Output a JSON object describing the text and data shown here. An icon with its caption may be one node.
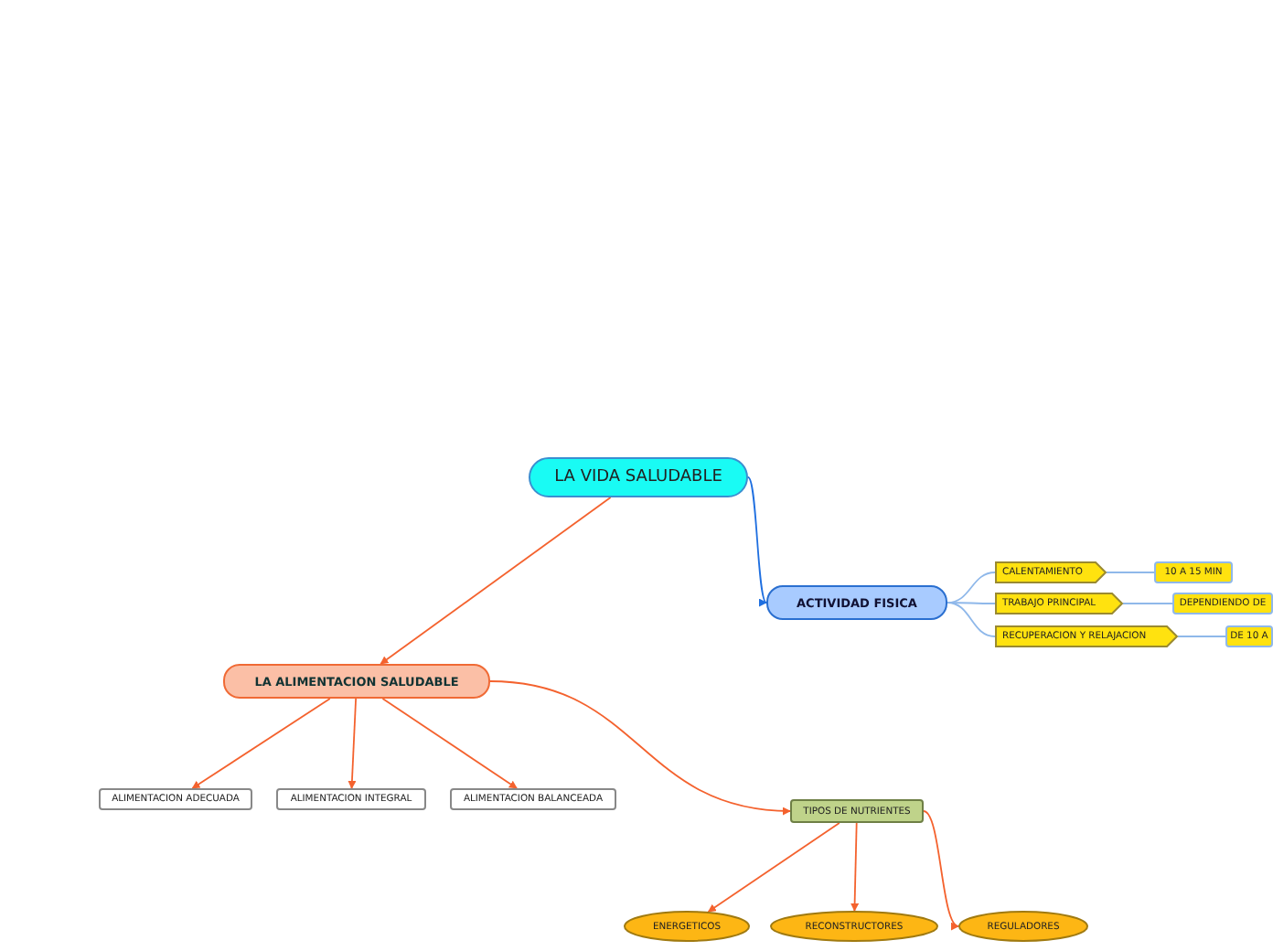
{
  "diagram": {
    "nodes": [
      {
        "text": [
          "LA VIDA SALUDABLE"
        ]
      },
      {
        "text": [
          "ACTIVIDAD FISICA"
        ]
      },
      {
        "text": [
          "CALENTAMIENTO"
        ]
      },
      {
        "text": [
          "10 A 15 MIN"
        ]
      },
      {
        "text": [
          "TRABAJO PRINCIPAL"
        ]
      },
      {
        "text": [
          "DEPENDIENDO DE"
        ]
      },
      {
        "text": [
          "RECUPERACION Y RELAJACION"
        ]
      },
      {
        "text": [
          "DE 10 A"
        ]
      },
      {
        "text": [
          "LA ALIMENTACION SALUDABLE"
        ]
      },
      {
        "text": [
          "ALIMENTACION ADECUADA"
        ]
      },
      {
        "text": [
          "ALIMENTACION INTEGRAL"
        ]
      },
      {
        "text": [
          "ALIMENTACION BALANCEADA"
        ]
      },
      {
        "text": [
          "TIPOS DE NUTRIENTES"
        ]
      },
      {
        "text": [
          "ENERGETICOS"
        ]
      },
      {
        "text": [
          "RECONSTRUCTORES"
        ]
      },
      {
        "text": [
          "REGULADORES"
        ]
      }
    ],
    "edges": [
      {
        "from": 0,
        "to": 1,
        "arrow": "to",
        "color": "#1f6fe0"
      },
      {
        "from": 0,
        "to": 8,
        "arrow": "to"
      },
      {
        "from": 1,
        "to": 2,
        "arrow": "none",
        "color": "#8fb8ea"
      },
      {
        "from": 1,
        "to": 4,
        "arrow": "none",
        "color": "#8fb8ea"
      },
      {
        "from": 1,
        "to": 6,
        "arrow": "none",
        "color": "#8fb8ea"
      },
      {
        "from": 2,
        "to": 3,
        "arrow": "none",
        "color": "#8fb8ea"
      },
      {
        "from": 4,
        "to": 5,
        "arrow": "none",
        "color": "#8fb8ea"
      },
      {
        "from": 6,
        "to": 7,
        "arrow": "none",
        "color": "#8fb8ea"
      },
      {
        "from": 8,
        "to": 9,
        "arrow": "to"
      },
      {
        "from": 8,
        "to": 10,
        "arrow": "to"
      },
      {
        "from": 8,
        "to": 11,
        "arrow": "to"
      },
      {
        "from": 8,
        "to": 12,
        "arrow": "to"
      },
      {
        "from": 12,
        "to": 13,
        "arrow": "to"
      },
      {
        "from": 12,
        "to": 14,
        "arrow": "to"
      },
      {
        "from": 12,
        "to": 15,
        "arrow": "to"
      }
    ]
  }
}
